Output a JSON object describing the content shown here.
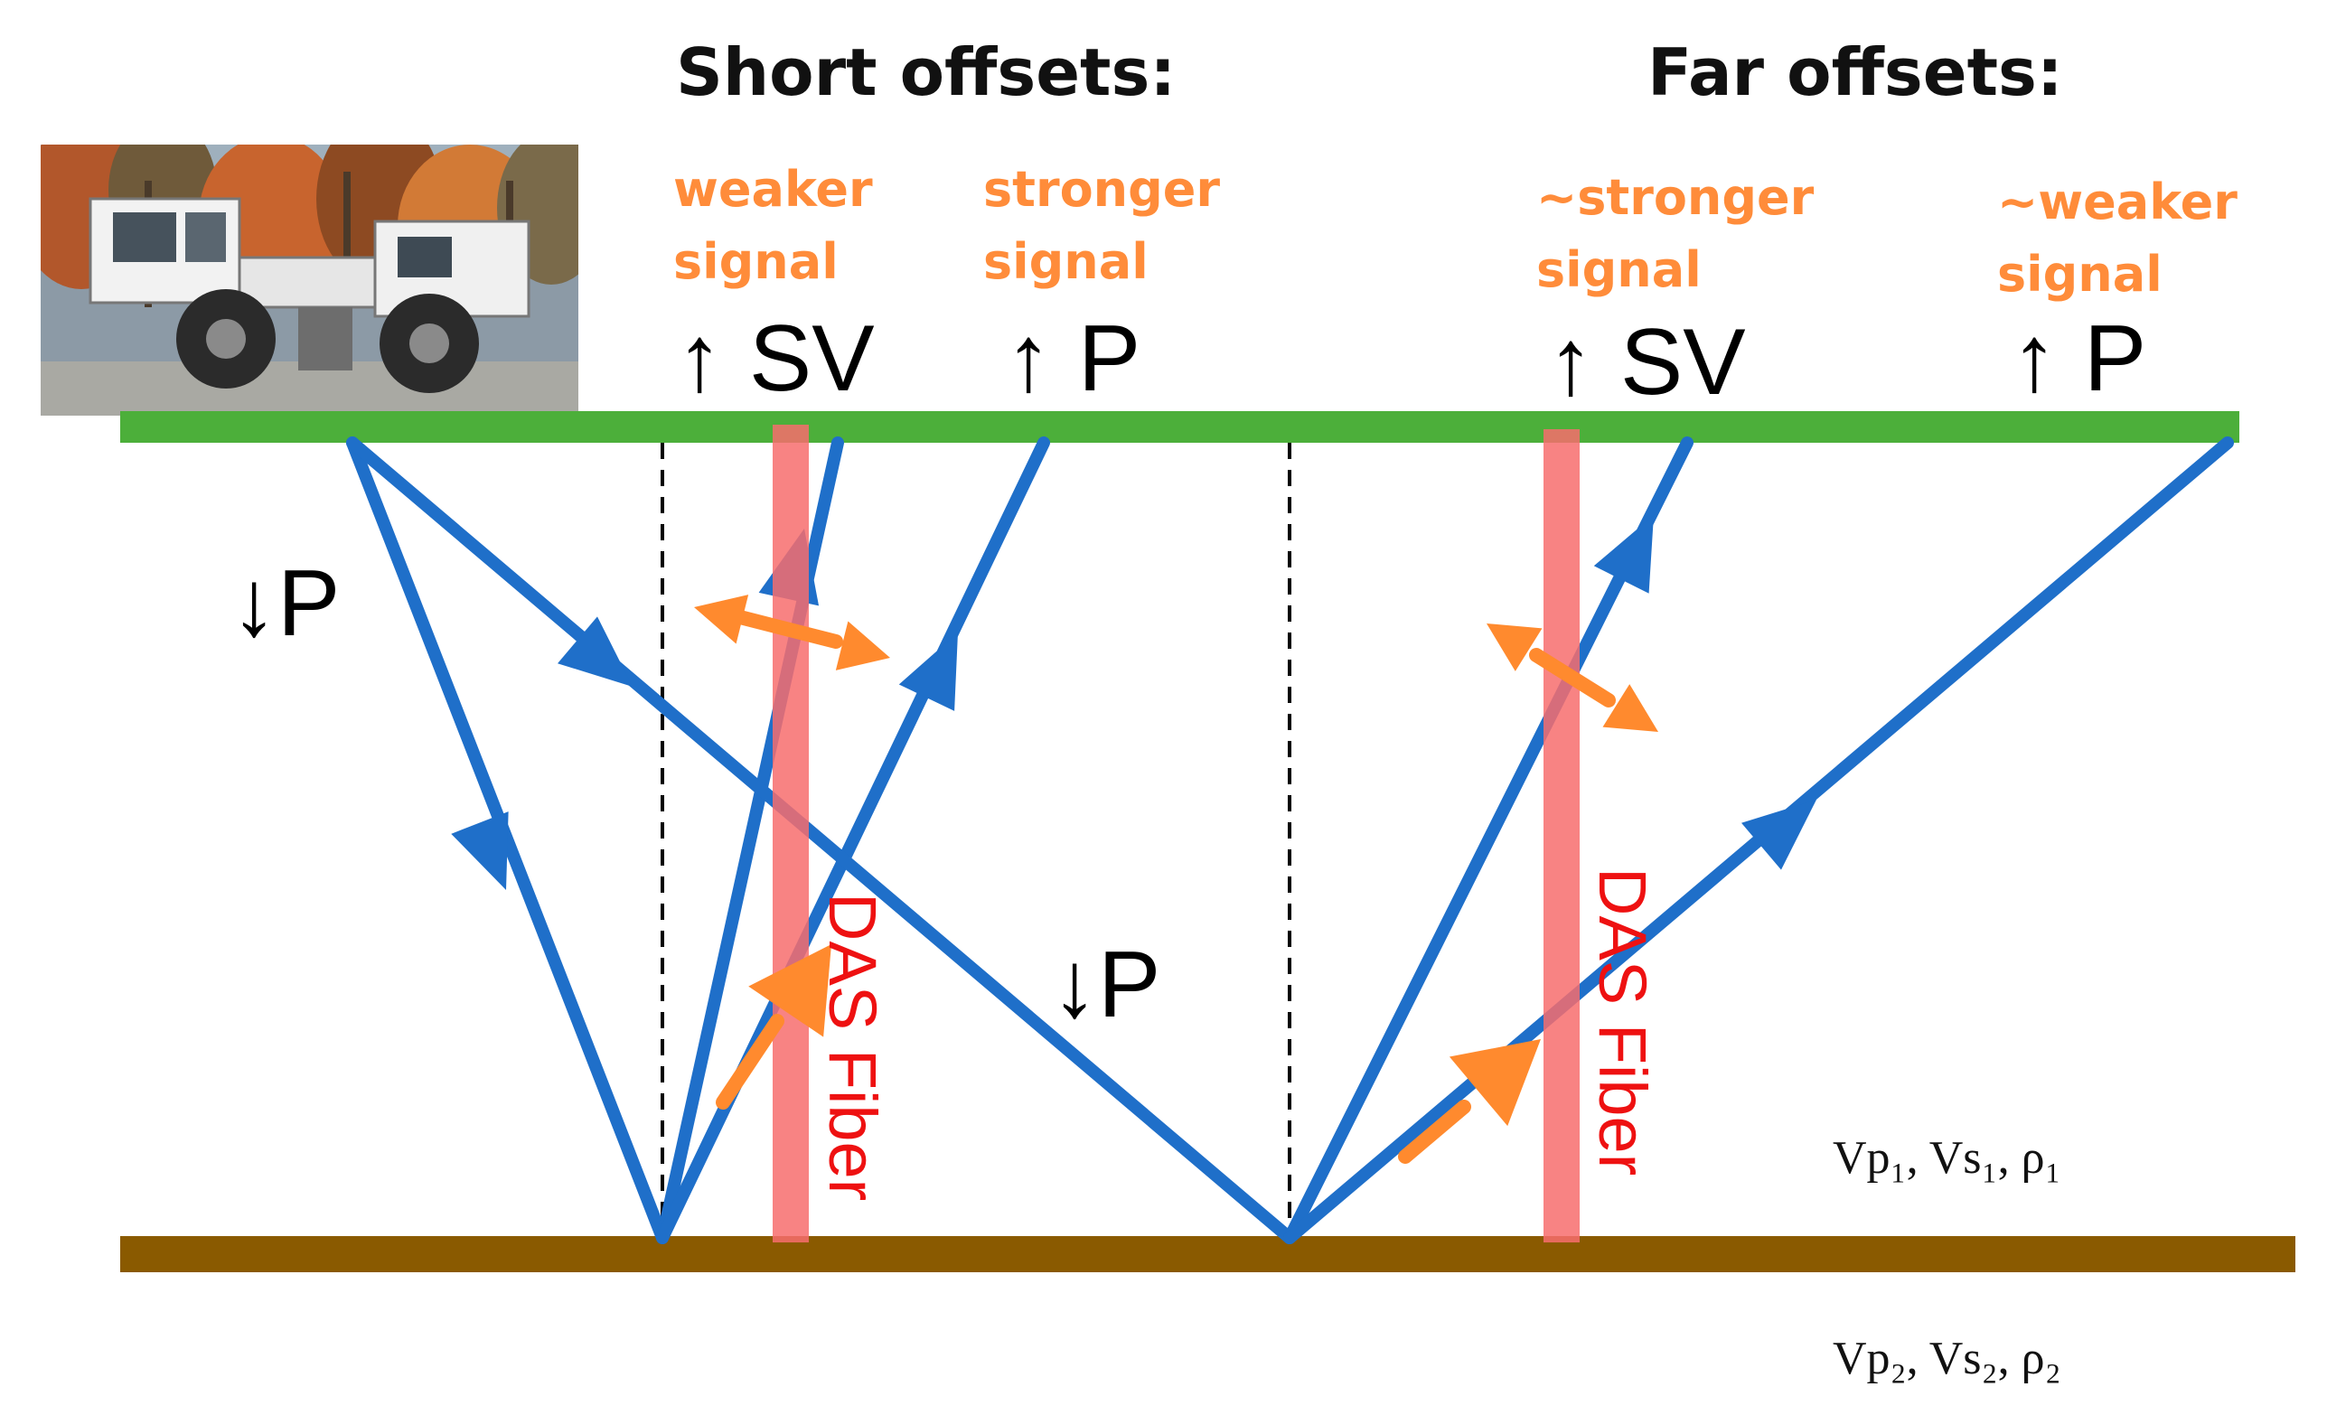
{
  "headers": {
    "short_offsets": "Short offsets:",
    "far_offsets": "Far offsets:"
  },
  "signals": {
    "short_sv_line1": "weaker",
    "short_sv_line2": "signal",
    "short_p_line1": "stronger",
    "short_p_line2": "signal",
    "far_sv_line1": "~stronger",
    "far_sv_line2": "signal",
    "far_p_line1": "~weaker",
    "far_p_line2": "signal"
  },
  "upgoing_labels": {
    "short_sv": "↑ SV",
    "short_p": "↑ P",
    "far_sv": "↑ SV",
    "far_p": "↑ P"
  },
  "downgoing_labels": {
    "left": "↓P",
    "middle": "↓P"
  },
  "fiber": {
    "label": "DAS Fiber"
  },
  "layers": {
    "upper": "Vp₁, Vs₁, ρ₁",
    "lower": "Vp₂, Vs₂, ρ₂"
  },
  "colors": {
    "surface": "#4caf3a",
    "interface": "#8a5a00",
    "ray": "#1f6fc9",
    "fiber": "#f76d6d",
    "polarization": "#ff8a2e",
    "signal_text": "#ff8c3a",
    "fiber_text": "#ee1111"
  },
  "icons": {
    "source": "vibroseis-truck-icon"
  }
}
